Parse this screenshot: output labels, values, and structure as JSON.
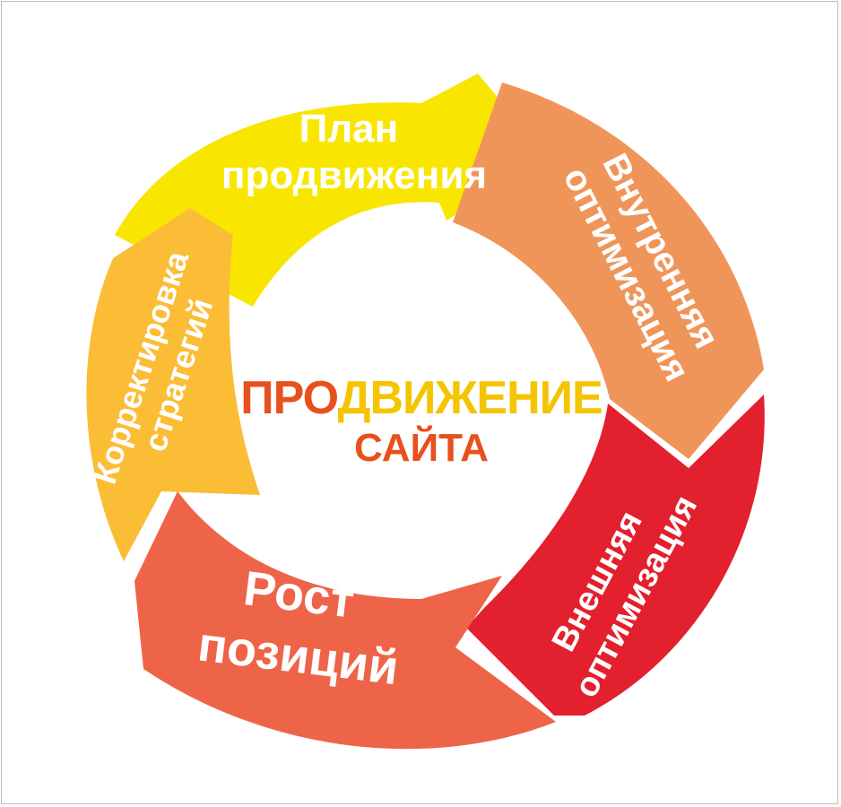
{
  "diagram": {
    "center": {
      "line1_prefix": "ПРО",
      "line1_rest": "ДВИЖЕНИЕ",
      "line2": "САЙТА",
      "colors": {
        "prefix": "#e8501d",
        "rest": "#f5c400",
        "line2": "#e8501d"
      }
    },
    "segments": [
      {
        "id": "plan",
        "lines": [
          "План",
          "продвижения"
        ],
        "color": "#f9e600"
      },
      {
        "id": "internal",
        "lines": [
          "Внутренняя",
          "оптимизация"
        ],
        "color": "#f0955a"
      },
      {
        "id": "external",
        "lines": [
          "Внешняя",
          "оптимизация"
        ],
        "color": "#e3202e"
      },
      {
        "id": "growth",
        "lines": [
          "Рост",
          "позиций"
        ],
        "color": "#ee6448"
      },
      {
        "id": "adjust",
        "lines": [
          "Корректировка",
          "стратегий"
        ],
        "color": "#fbbd36"
      }
    ]
  }
}
